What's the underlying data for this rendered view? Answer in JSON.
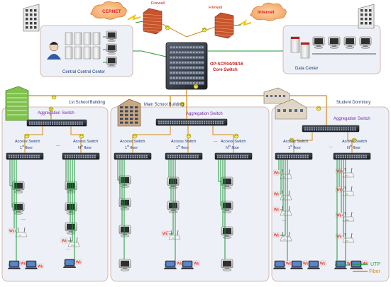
{
  "clouds": {
    "cernet": "CERNET",
    "internet": "Internet"
  },
  "firewalls": {
    "left_label": "Firewall",
    "right_label": "Firewall"
  },
  "centers": {
    "central": "Central Control Center",
    "data": "Data Center"
  },
  "core": {
    "model": "OP-SCR04/08/16",
    "name": "Core Switch"
  },
  "buildings": {
    "first": "1st School Building",
    "main": "Main School Building",
    "dorm": "Student Dormitory"
  },
  "aggregation_label": "Aggregation Switch",
  "access_label": "Access Switch",
  "floors": {
    "first": "1",
    "first_sup": "st",
    "nth": "N",
    "nth_sup": "th",
    "suffix": " floor"
  },
  "ellipsis": "...",
  "legend": {
    "utp": "UTP",
    "fiber": "Fiber"
  },
  "colors": {
    "utp": "#1e9a3a",
    "fiber": "#d48a16",
    "panel_fill": "#eef0f7",
    "panel_stroke": "#c9a99e",
    "agg_text": "#7a2aa8",
    "core_text": "#c21a1a"
  }
}
